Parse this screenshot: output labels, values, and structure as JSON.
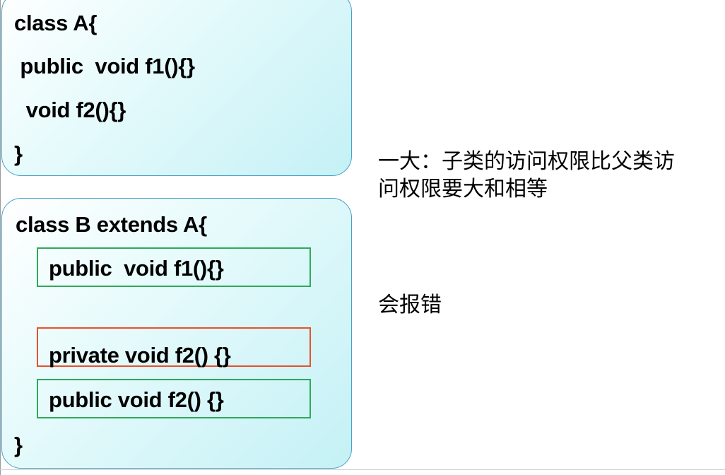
{
  "class_a": {
    "lines": [
      "class A{",
      " public  void f1(){}",
      "  void f2(){}",
      "}"
    ]
  },
  "class_b": {
    "header": "class B extends A{",
    "method_f1": "public  void f1(){}",
    "method_f2_private": "private void f2() {}",
    "method_f2_public": "public void f2() {}",
    "closing": "}"
  },
  "notes": {
    "rule_line1": "一大：子类的访问权限比父类访",
    "rule_line2": "问权限要大和相等",
    "error": "会报错"
  },
  "colors": {
    "box_border": "#4a9fc4",
    "box_fill": "#c4f1f6",
    "ok_outline": "#2eaa5a",
    "error_outline": "#e8502c"
  }
}
